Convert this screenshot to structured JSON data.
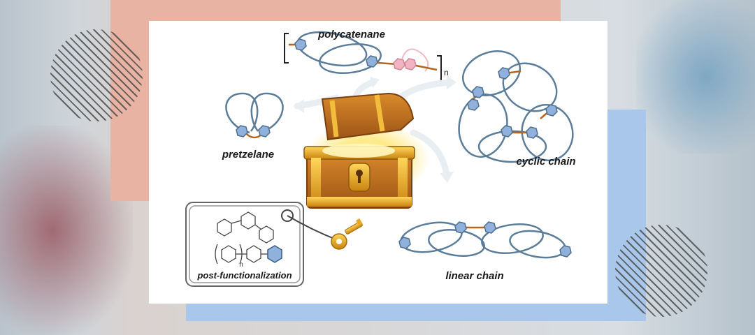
{
  "labels": {
    "polycatenane": "polycatenane",
    "polycatenane_subscript": "n",
    "pretzelane": "pretzelane",
    "cyclic_chain": "cyclic chain",
    "linear_chain": "linear chain",
    "post_functionalization": "post-functionalization",
    "monomer_subscript": "n"
  },
  "icons": {
    "center": "treasure-chest-icon",
    "key": "golden-key-icon"
  },
  "colors": {
    "ring_stroke": "#5b7d9a",
    "node_fill": "#8fb1dc",
    "pink_node_fill": "#f2b4c0",
    "linker": "#b5651d",
    "chest_gold": "#e8a623",
    "pink_panel": "#e8b3a3",
    "blue_panel": "#a9c7ea"
  }
}
